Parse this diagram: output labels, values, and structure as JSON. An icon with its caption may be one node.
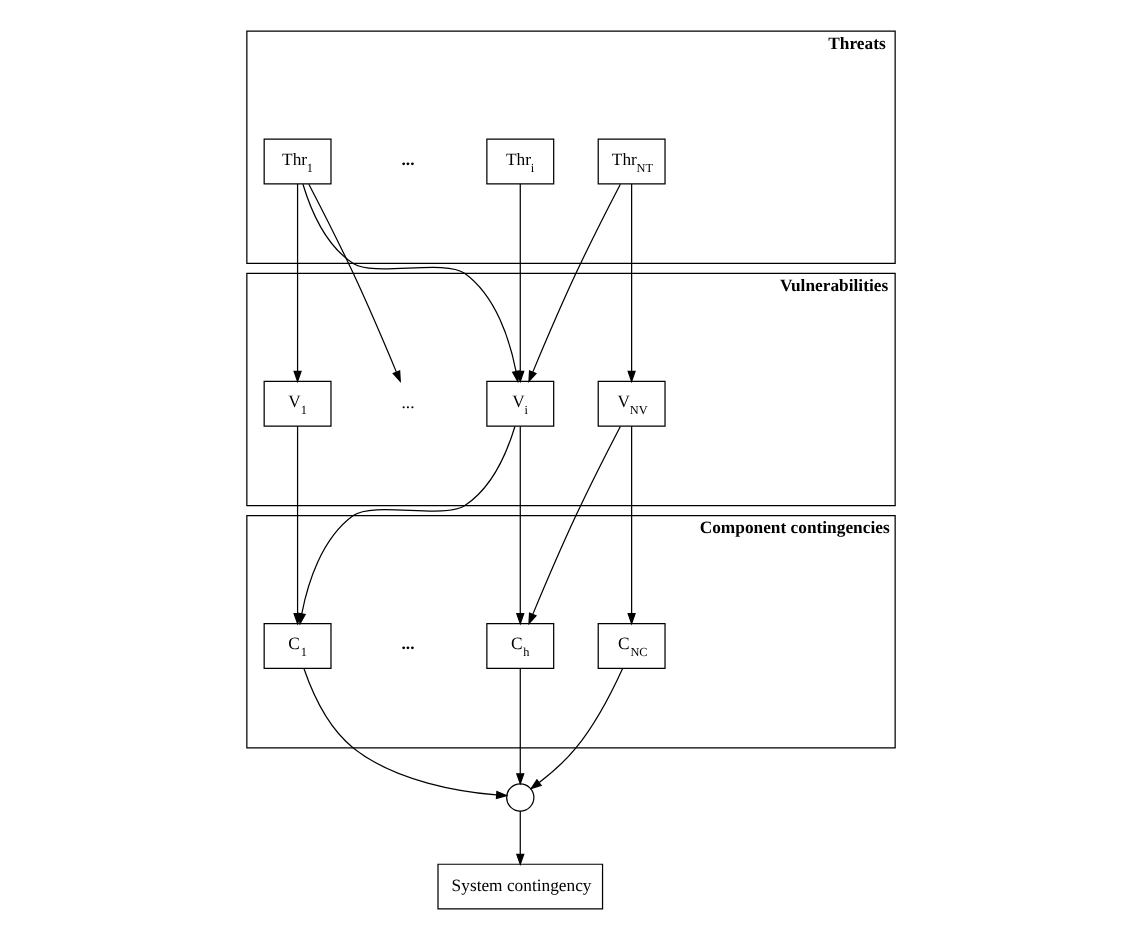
{
  "diagram": {
    "nodes": [
      {
        "text": [
          "Threats"
        ]
      },
      {
        "text": [
          "Thr$_{1}$"
        ],
        "in": 0
      },
      {
        "text": [
          "Thr$_{i}$"
        ],
        "in": 0
      },
      {
        "text": [
          "Thr$_{NT}$"
        ],
        "in": 0
      },
      {
        "text": [
          "Vulnerabilities"
        ]
      },
      {
        "text": [
          "V$_{1}$"
        ],
        "in": 4
      },
      {
        "text": [
          "..."
        ],
        "in": 4
      },
      {
        "text": [
          "V$_{i}$"
        ],
        "in": 4
      },
      {
        "text": [
          "V$_{NV}$"
        ],
        "in": 4
      },
      {
        "text": [
          "Component contingencies"
        ]
      },
      {
        "text": [
          "C$_{1}$"
        ],
        "in": 9
      },
      {
        "text": [
          "C$_{h}$"
        ],
        "in": 9
      },
      {
        "text": [
          "C$_{NC}$"
        ],
        "in": 9
      },
      {
        "text": [],
        "shape": "circle"
      },
      {
        "text": [
          "System contingency"
        ]
      }
    ],
    "edges": [
      {
        "from": 1,
        "to": 5,
        "arrow": "to"
      },
      {
        "from": 1,
        "to": 6,
        "arrow": "to"
      },
      {
        "from": 1,
        "to": 7,
        "arrow": "to"
      },
      {
        "from": 2,
        "to": 7,
        "arrow": "to"
      },
      {
        "from": 3,
        "to": 7,
        "arrow": "to"
      },
      {
        "from": 3,
        "to": 8,
        "arrow": "to"
      },
      {
        "from": 5,
        "to": 10,
        "arrow": "to"
      },
      {
        "from": 7,
        "to": 10,
        "arrow": "to"
      },
      {
        "from": 7,
        "to": 11,
        "arrow": "to"
      },
      {
        "from": 8,
        "to": 11,
        "arrow": "to"
      },
      {
        "from": 8,
        "to": 12,
        "arrow": "to"
      },
      {
        "from": 10,
        "to": 13,
        "arrow": "to"
      },
      {
        "from": 11,
        "to": 13,
        "arrow": "to"
      },
      {
        "from": 12,
        "to": 13,
        "arrow": "to"
      },
      {
        "from": 13,
        "to": 14,
        "arrow": "to"
      }
    ],
    "labels": [
      "...",
      "..."
    ]
  }
}
